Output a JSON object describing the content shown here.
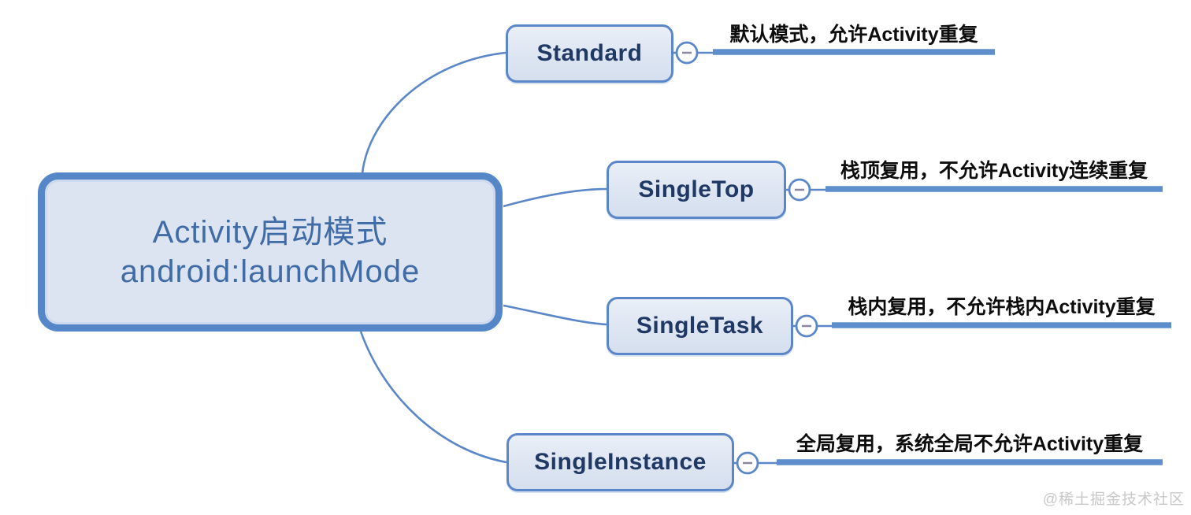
{
  "central": {
    "line1": "Activity启动模式",
    "line2": "android:launchMode"
  },
  "branches": [
    {
      "label": "Standard",
      "description": "默认模式，允许Activity重复"
    },
    {
      "label": "SingleTop",
      "description": "栈顶复用，不允许Activity连续重复"
    },
    {
      "label": "SingleTask",
      "description": "栈内复用，不允许栈内Activity重复"
    },
    {
      "label": "SingleInstance",
      "description": "全局复用，系统全局不允许Activity重复"
    }
  ],
  "watermark": "@稀土掘金技术社区",
  "colors": {
    "branch_line": "#5b87c9",
    "underline_bar": "#5e8fcc",
    "central_border": "#5586c8",
    "central_fill": "#dce4f1",
    "central_text": "#3f6ca6",
    "topic_fill": "#dde5f2",
    "topic_text": "#1f3864",
    "description_text": "#0d0d0d",
    "collapse_minus": "#8d86a2",
    "watermark_text": "#c8c8c8"
  }
}
